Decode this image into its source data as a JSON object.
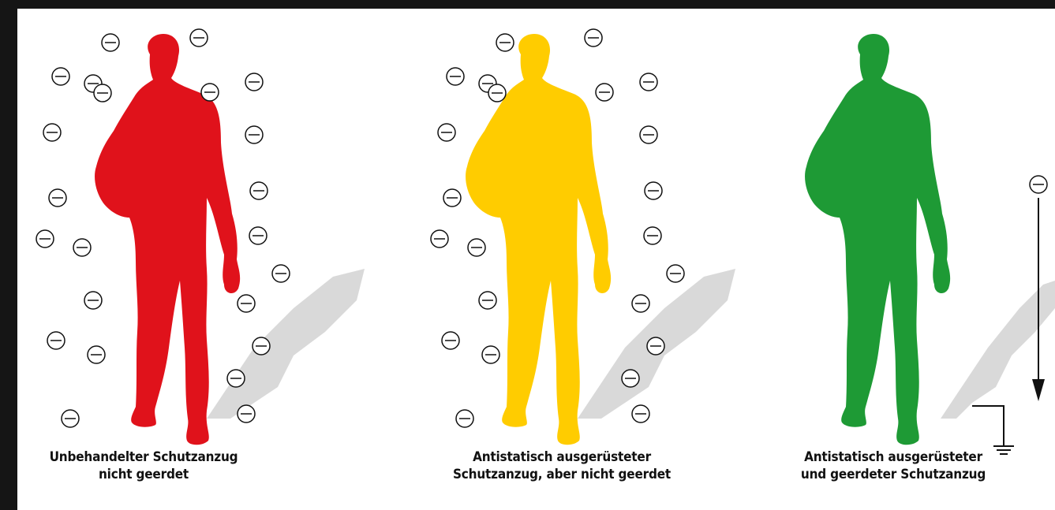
{
  "figures": [
    {
      "id": "untreated",
      "suit_color": "#e0121b",
      "caption_line1": "Unbehandelter Schutzanzug",
      "caption_line2": "nicht geerdet"
    },
    {
      "id": "antistatic",
      "suit_color": "#ffcc00",
      "caption_line1": "Antistatisch ausgerüsteter",
      "caption_line2": "Schutzanzug, aber nicht geerdet"
    },
    {
      "id": "grounded",
      "suit_color": "#1e9a35",
      "caption_line1": "Antistatisch ausgerüsteter",
      "caption_line2": "und geerdeter Schutzanzug"
    }
  ],
  "charge_symbol": "minus-circle-icon",
  "ground_symbol": "ground-icon"
}
